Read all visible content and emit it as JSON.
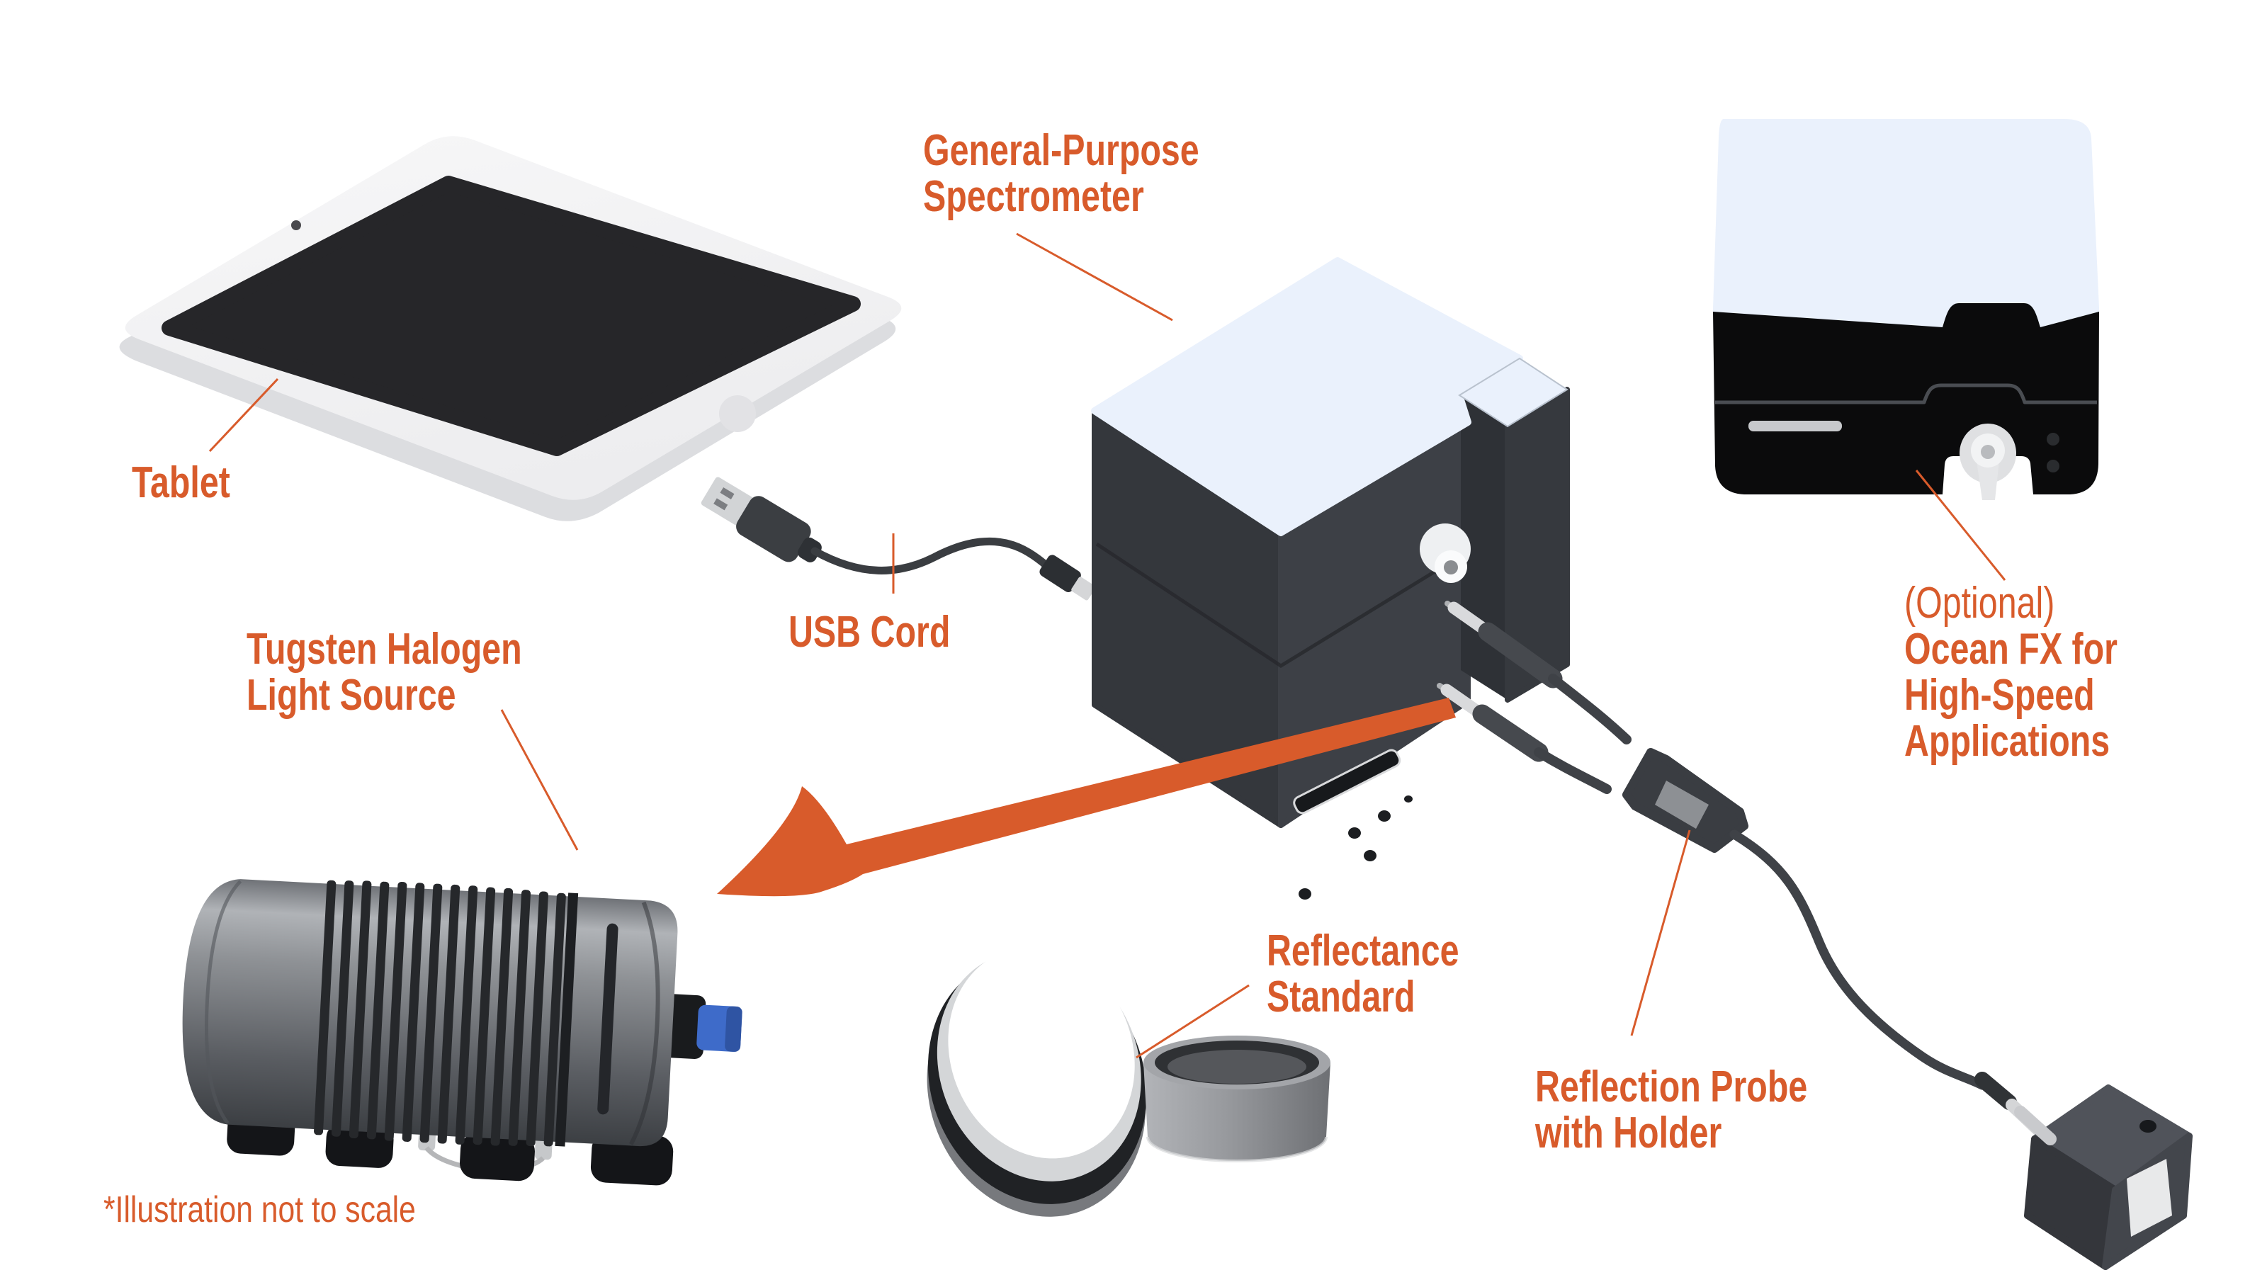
{
  "colors": {
    "accent": "#D85B2B",
    "device_top": "#EAF1FC",
    "device_body_dark": "#34373C",
    "device_black": "#0B0B0C",
    "background": "#FFFFFF"
  },
  "labels": {
    "tablet": [
      "Tablet"
    ],
    "spectrometer": [
      "General-Purpose",
      "Spectrometer"
    ],
    "usb_cord": [
      "USB Cord"
    ],
    "ocean_fx_prefix": "(Optional)",
    "ocean_fx": [
      "Ocean FX for",
      "High-Speed",
      "Applications"
    ],
    "light_source": [
      "Tugsten Halogen",
      "Light Source"
    ],
    "reflectance_standard": [
      "Reflectance",
      "Standard"
    ],
    "reflection_probe": [
      "Reflection Probe",
      "with Holder"
    ],
    "footnote": "*Illustration not to scale"
  }
}
